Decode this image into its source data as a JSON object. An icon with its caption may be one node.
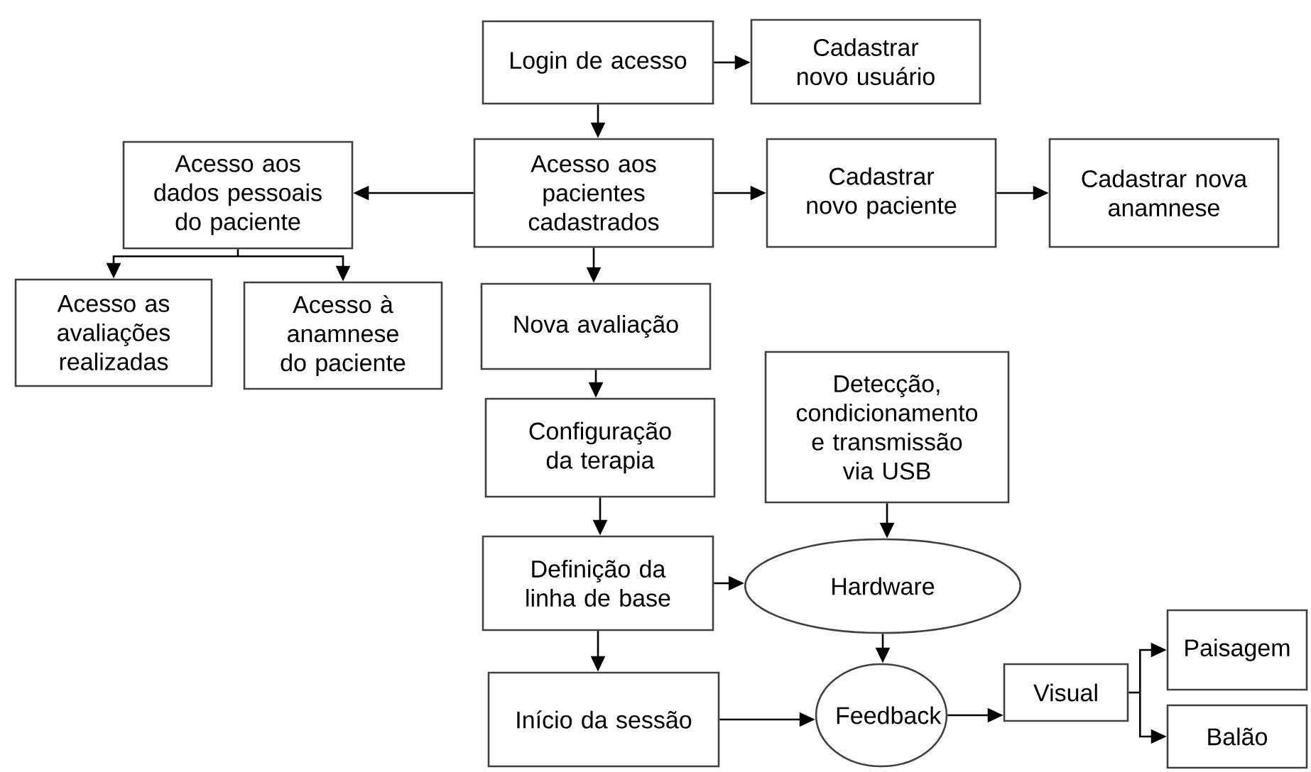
{
  "diagram": {
    "nodes": [
      {
        "text": [
          "Login de acesso"
        ]
      },
      {
        "text": [
          "Cadastrar novo usuário"
        ]
      },
      {
        "text": [
          "Acesso aos pacientes cadastrados"
        ]
      },
      {
        "text": [
          "Acesso aos dados pessoais do paciente"
        ]
      },
      {
        "text": [
          "Cadastrar novo paciente"
        ]
      },
      {
        "text": [
          "Cadastrar nova anamnese"
        ]
      },
      {
        "text": [
          "Acesso as avaliações realizadas"
        ]
      },
      {
        "text": [
          "Acesso à anamnese do paciente"
        ]
      },
      {
        "text": [
          "Nova avaliação"
        ]
      },
      {
        "text": [
          "Configuração da terapia"
        ]
      },
      {
        "text": [
          "Detecção, condicionamento e transmissão via USB"
        ]
      },
      {
        "text": [
          "Definição da linha de base"
        ]
      },
      {
        "text": [
          "Hardware"
        ]
      },
      {
        "text": [
          "Início da sessão"
        ]
      },
      {
        "text": [
          "Feedback"
        ]
      },
      {
        "text": [
          "Visual"
        ]
      },
      {
        "text": [
          "Paisagem"
        ]
      },
      {
        "text": [
          "Balão"
        ]
      }
    ],
    "edges": [
      {
        "from": 0,
        "to": 1,
        "arrow": "to"
      },
      {
        "from": 0,
        "to": 2,
        "arrow": "to"
      },
      {
        "from": 2,
        "to": 3,
        "arrow": "to"
      },
      {
        "from": 2,
        "to": 4,
        "arrow": "to"
      },
      {
        "from": 4,
        "to": 5,
        "arrow": "to"
      },
      {
        "from": 3,
        "to": 6,
        "arrow": "to"
      },
      {
        "from": 3,
        "to": 7,
        "arrow": "to"
      },
      {
        "from": 2,
        "to": 8,
        "arrow": "to"
      },
      {
        "from": 8,
        "to": 9,
        "arrow": "to"
      },
      {
        "from": 9,
        "to": 11,
        "arrow": "to"
      },
      {
        "from": 10,
        "to": 12,
        "arrow": "to"
      },
      {
        "from": 11,
        "to": 12,
        "arrow": "to"
      },
      {
        "from": 11,
        "to": 13,
        "arrow": "to"
      },
      {
        "from": 12,
        "to": 14,
        "arrow": "to"
      },
      {
        "from": 13,
        "to": 14,
        "arrow": "to"
      },
      {
        "from": 14,
        "to": 15,
        "arrow": "to"
      },
      {
        "from": 15,
        "to": 16,
        "arrow": "to"
      },
      {
        "from": 15,
        "to": 17,
        "arrow": "to"
      }
    ]
  }
}
